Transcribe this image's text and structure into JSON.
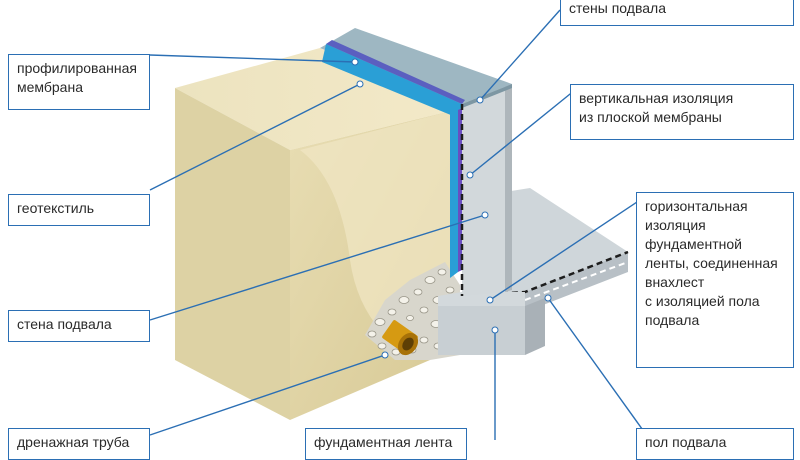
{
  "colors": {
    "line": "#2b6fb4",
    "soil": "#e3d7a8",
    "concrete": "#cdd4d8",
    "membrane": "#2a9fd6",
    "geotextile": "#5b5fc0"
  },
  "labels": {
    "basement_wall_top": "стены подвала",
    "profiled_membrane": "профилированная\nмембрана",
    "vertical_insulation": "вертикальная изоляция\nиз плоской мембраны",
    "geotextile": "геотекстиль",
    "horizontal_insulation": "горизонтальная\nизоляция\nфундаментной\nленты, соединенная\nвнахлест\nс изоляцией пола\nподвала",
    "basement_wall": "стена подвала",
    "drain_pipe": "дренажная труба",
    "foundation_strip": "фундаментная лента",
    "basement_floor": "пол подвала"
  }
}
